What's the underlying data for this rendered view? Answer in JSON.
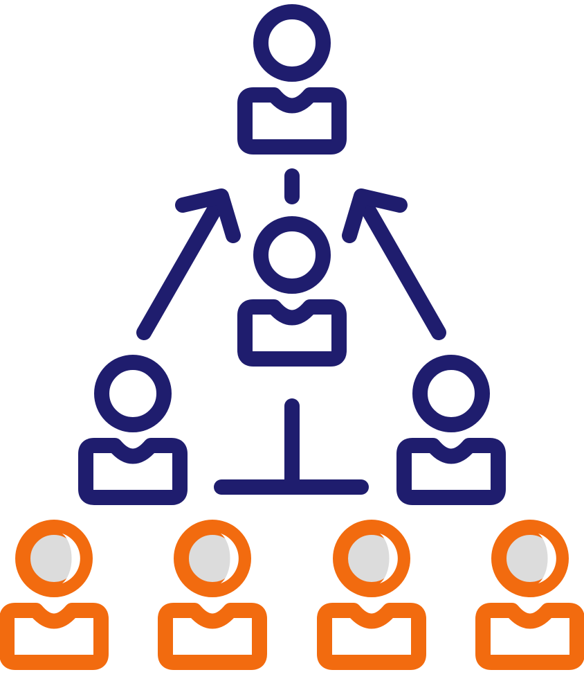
{
  "icon": {
    "name": "organizational-hierarchy-icon",
    "colors": {
      "primary_stroke": "#1f1d6e",
      "secondary_stroke": "#f26b0f",
      "head_fill_shade": "#dcdcdc",
      "background": "#ffffff"
    },
    "people": [
      {
        "name": "top-leader-person-icon",
        "group": "leadership"
      },
      {
        "name": "middle-manager-person-icon",
        "group": "leadership"
      },
      {
        "name": "left-manager-person-icon",
        "group": "leadership"
      },
      {
        "name": "right-manager-person-icon",
        "group": "leadership"
      },
      {
        "name": "team-member-1-person-icon",
        "group": "team"
      },
      {
        "name": "team-member-2-person-icon",
        "group": "team"
      },
      {
        "name": "team-member-3-person-icon",
        "group": "team"
      },
      {
        "name": "team-member-4-person-icon",
        "group": "team"
      }
    ],
    "connectors": [
      {
        "name": "left-up-arrow-icon"
      },
      {
        "name": "right-up-arrow-icon"
      },
      {
        "name": "vertical-dash-connector"
      },
      {
        "name": "t-shaped-base-connector"
      }
    ]
  }
}
